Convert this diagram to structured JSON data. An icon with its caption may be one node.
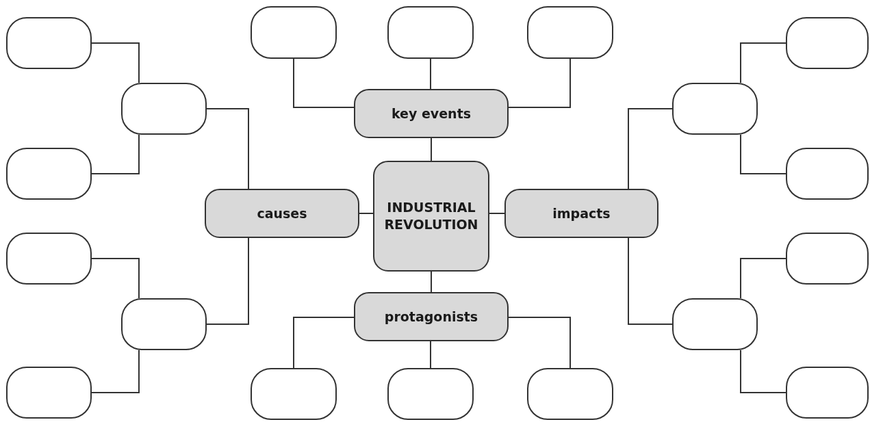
{
  "diagram": {
    "nodes": [
      {
        "text": [
          "INDUSTRIAL REVOLUTION"
        ]
      },
      {
        "text": [
          "key events"
        ]
      },
      {
        "text": [
          "causes"
        ]
      },
      {
        "text": [
          "impacts"
        ]
      },
      {
        "text": [
          "protagonists"
        ]
      },
      {
        "text": [],
        "shape": "box"
      },
      {
        "text": [],
        "shape": "box"
      },
      {
        "text": [],
        "shape": "box"
      },
      {
        "text": [],
        "shape": "box"
      },
      {
        "text": [],
        "shape": "box"
      },
      {
        "text": [],
        "shape": "box"
      },
      {
        "text": [],
        "shape": "box"
      },
      {
        "text": [],
        "shape": "box"
      },
      {
        "text": [],
        "shape": "box"
      },
      {
        "text": [],
        "shape": "box"
      },
      {
        "text": [],
        "shape": "box"
      },
      {
        "text": [],
        "shape": "box"
      },
      {
        "text": [],
        "shape": "box"
      },
      {
        "text": [],
        "shape": "box"
      },
      {
        "text": [],
        "shape": "box"
      },
      {
        "text": [],
        "shape": "box"
      },
      {
        "text": [],
        "shape": "box"
      },
      {
        "text": [],
        "shape": "box"
      }
    ],
    "edges": [
      {
        "from": 0,
        "to": 1,
        "arrow": "none"
      },
      {
        "from": 0,
        "to": 2,
        "arrow": "none"
      },
      {
        "from": 0,
        "to": 3,
        "arrow": "none"
      },
      {
        "from": 0,
        "to": 4,
        "arrow": "none"
      },
      {
        "from": 1,
        "to": 5,
        "arrow": "none"
      },
      {
        "from": 1,
        "to": 6,
        "arrow": "none"
      },
      {
        "from": 1,
        "to": 7,
        "arrow": "none"
      },
      {
        "from": 2,
        "to": 8,
        "arrow": "none"
      },
      {
        "from": 2,
        "to": 9,
        "arrow": "none"
      },
      {
        "from": 8,
        "to": 10,
        "arrow": "none"
      },
      {
        "from": 8,
        "to": 11,
        "arrow": "none"
      },
      {
        "from": 9,
        "to": 12,
        "arrow": "none"
      },
      {
        "from": 9,
        "to": 13,
        "arrow": "none"
      },
      {
        "from": 3,
        "to": 14,
        "arrow": "none"
      },
      {
        "from": 3,
        "to": 15,
        "arrow": "none"
      },
      {
        "from": 14,
        "to": 16,
        "arrow": "none"
      },
      {
        "from": 14,
        "to": 17,
        "arrow": "none"
      },
      {
        "from": 15,
        "to": 18,
        "arrow": "none"
      },
      {
        "from": 15,
        "to": 19,
        "arrow": "none"
      },
      {
        "from": 4,
        "to": 20,
        "arrow": "none"
      },
      {
        "from": 4,
        "to": 21,
        "arrow": "none"
      },
      {
        "from": 4,
        "to": 22,
        "arrow": "none"
      }
    ]
  }
}
